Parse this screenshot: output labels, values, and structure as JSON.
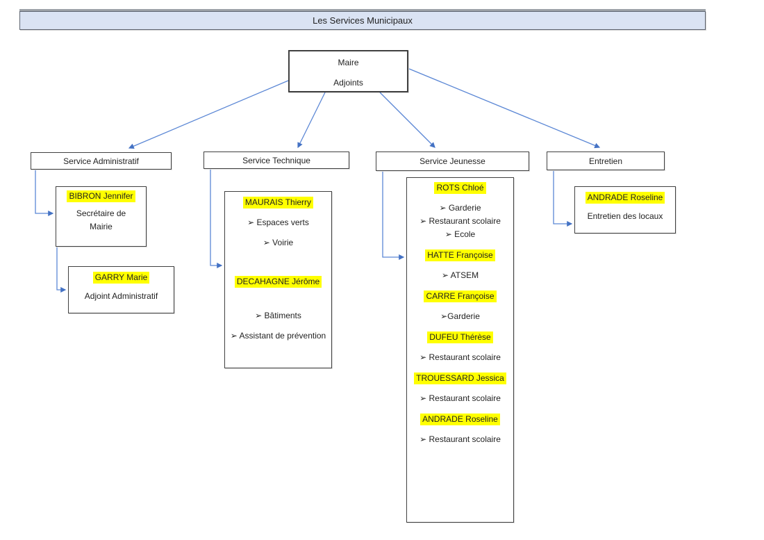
{
  "title_bar": {
    "text": "Les Services Municipaux"
  },
  "root_box": {
    "line1": "Maire",
    "line2": "Adjoints"
  },
  "branches": [
    {
      "header": "Service Administratif",
      "cards": [
        {
          "name": "BIBRON Jennifer",
          "role_lines": [
            "Secrétaire de",
            "Mairie"
          ]
        },
        {
          "name": "GARRY Marie",
          "role_lines": [
            "Adjoint Administratif"
          ]
        }
      ]
    },
    {
      "header": "Service Technique",
      "groups": [
        {
          "name": "MAURAIS Thierry",
          "duties": [
            "➢ Espaces verts",
            "➢ Voirie"
          ]
        },
        {
          "name": "DECAHAGNE Jérôme",
          "duties": [
            "➢ Bâtiments",
            "➢ Assistant de prévention"
          ]
        }
      ]
    },
    {
      "header": "Service Jeunesse",
      "groups": [
        {
          "name": "ROTS Chloé",
          "duties": [
            "➢ Garderie",
            "➢ Restaurant scolaire",
            "➢ Ecole"
          ]
        },
        {
          "name": "HATTE Françoise",
          "duties": [
            "➢ ATSEM"
          ]
        },
        {
          "name": "CARRE Françoise",
          "duties": [
            "➢Garderie"
          ]
        },
        {
          "name": "DUFEU Thérèse",
          "duties": [
            "➢ Restaurant scolaire"
          ]
        },
        {
          "name": "TROUESSARD Jessica",
          "duties": [
            "➢ Restaurant scolaire"
          ]
        },
        {
          "name": "ANDRADE Roseline",
          "duties": [
            "➢ Restaurant scolaire"
          ]
        }
      ]
    },
    {
      "header": "Entretien",
      "cards": [
        {
          "name": "ANDRADE Roseline",
          "role_lines": [
            "Entretien des locaux"
          ]
        }
      ]
    }
  ],
  "colors": {
    "title_fill": "#dae3f3",
    "highlight": "#ffff00",
    "connector_blue": "#5b87d5",
    "arrowhead_blue": "#4472c4",
    "box_border": "#404040"
  },
  "bullet_icon": "➢"
}
